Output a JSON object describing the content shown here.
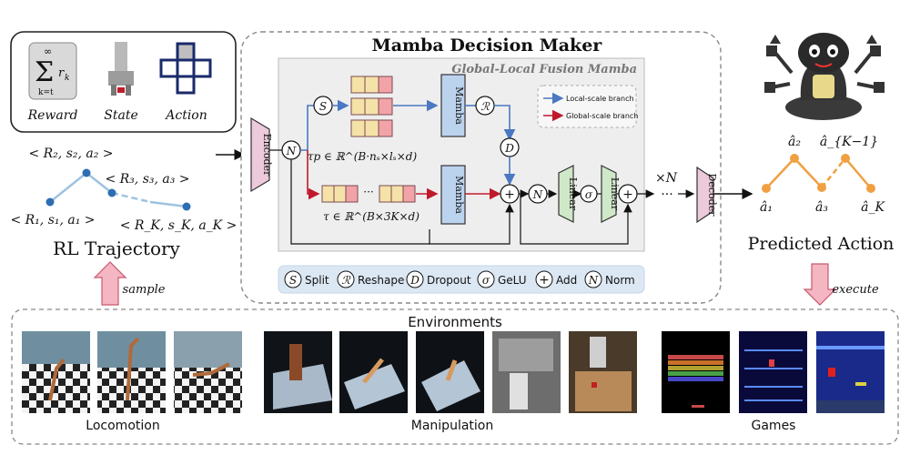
{
  "title": "Mamba Decision Maker",
  "fusion_title": "Global-Local Fusion Mamba",
  "rl_box": {
    "reward": "Reward",
    "state": "State",
    "action": "Action",
    "sum_top": "∞",
    "sum_sigma": "Σ",
    "sum_term": "r",
    "sum_term_sub": "k",
    "sum_bottom": "k=t"
  },
  "trajectory": {
    "title": "RL Trajectory",
    "tuples": [
      "< R₂, s₂, a₂ >",
      "< R₃, s₃, a₃ >",
      "< R₁, s₁, a₁ >",
      "< R_K, s_K, a_K >"
    ],
    "sample_label": "sample"
  },
  "encoder": "Encoder",
  "decoder": "Decoder",
  "mamba": "Mamba",
  "linear": "Linear",
  "tau_p": "τp ∈ ℝ^(B·nₛ×lₛ×d)",
  "tau": "τ ∈ ℝ^(B×3K×d)",
  "times_n": "×N",
  "legend": {
    "local": "Local-scale branch",
    "global": "Global-scale branch",
    "local_color": "#4a78c2",
    "global_color": "#c0192c"
  },
  "ops": [
    {
      "symbol": "S",
      "label": "Split"
    },
    {
      "symbol": "ℛ",
      "label": "Reshape"
    },
    {
      "symbol": "D",
      "label": "Dropout"
    },
    {
      "symbol": "σ",
      "label": "GeLU"
    },
    {
      "symbol": "+",
      "label": "Add"
    },
    {
      "symbol": "N",
      "label": "Norm"
    }
  ],
  "predicted": {
    "title": "Predicted Action",
    "execute_label": "execute",
    "nodes": [
      "â₁",
      "â₂",
      "â₃",
      "â_{K−1}",
      "â_K"
    ]
  },
  "environments": {
    "title": "Environments",
    "groups": [
      "Locomotion",
      "Manipulation",
      "Games"
    ]
  },
  "colors": {
    "blue_arrow": "#4a78c2",
    "red_arrow": "#c0192c",
    "mamba_fill": "#bcd3ee",
    "linear_fill": "#cfe8c8",
    "coder_fill": "#ecc9db",
    "orange": "#f0a040",
    "token_blue": "#7aa5d8"
  }
}
